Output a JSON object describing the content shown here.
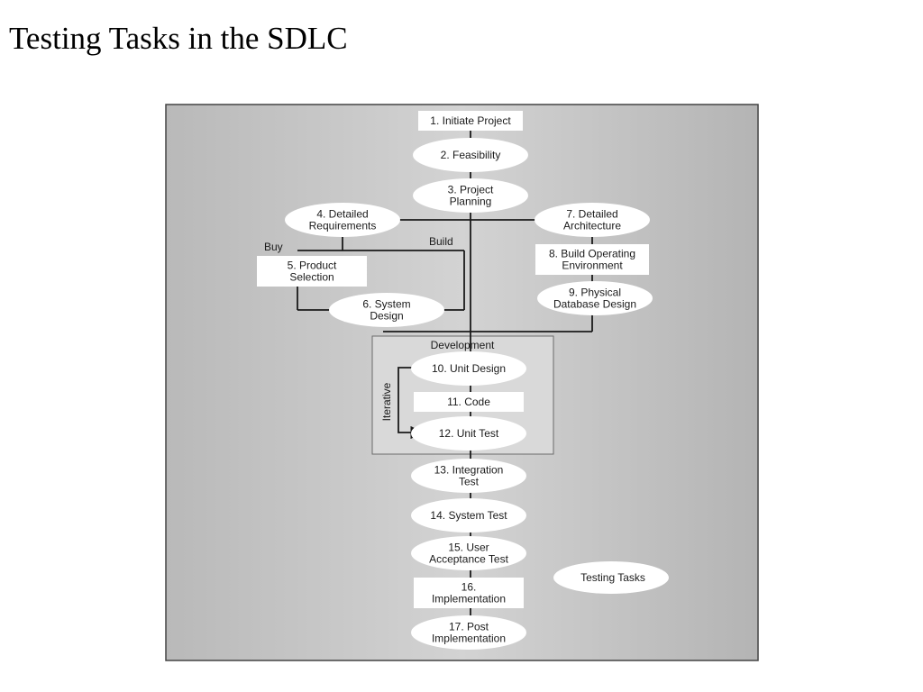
{
  "title": "Testing Tasks in the SDLC",
  "diagram": {
    "steps": {
      "s1": [
        "1. Initiate Project"
      ],
      "s2": [
        "2. Feasibility"
      ],
      "s3": [
        "3. Project",
        "Planning"
      ],
      "s4": [
        "4. Detailed",
        "Requirements"
      ],
      "s5": [
        "5. Product",
        "Selection"
      ],
      "s6": [
        "6. System",
        "Design"
      ],
      "s7": [
        "7. Detailed",
        "Architecture"
      ],
      "s8": [
        "8. Build Operating",
        "Environment"
      ],
      "s9": [
        "9. Physical",
        "Database Design"
      ],
      "s10": [
        "10. Unit Design"
      ],
      "s11": [
        "11. Code"
      ],
      "s12": [
        "12. Unit Test"
      ],
      "s13": [
        "13. Integration",
        "Test"
      ],
      "s14": [
        "14. System Test"
      ],
      "s15": [
        "15. User",
        "Acceptance Test"
      ],
      "s16": [
        "16.",
        "Implementation"
      ],
      "s17": [
        "17. Post",
        "Implementation"
      ]
    },
    "branch_buy": "Buy",
    "branch_build": "Build",
    "development_label": "Development",
    "iterative_label": "Iterative",
    "legend_label": "Testing Tasks"
  },
  "colors": {
    "panel_gray": "#c8c8c8",
    "node_fill": "#ffffff",
    "line": "#1a1a1a"
  }
}
